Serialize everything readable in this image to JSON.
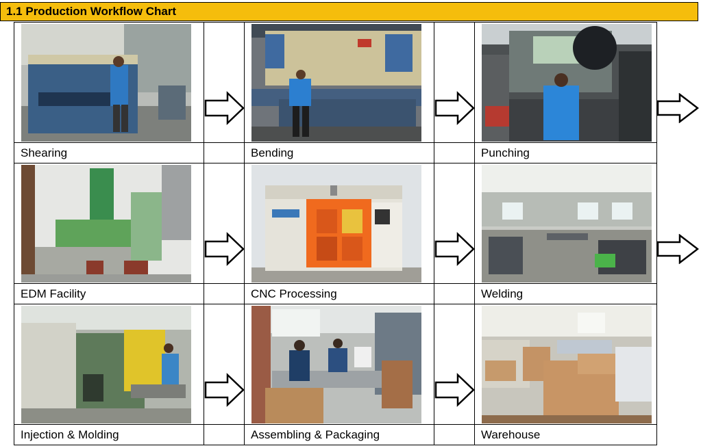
{
  "header": {
    "title": "1.1 Production Workflow Chart"
  },
  "steps": [
    {
      "label": "Shearing",
      "photo": "shearing-machine-photo"
    },
    {
      "label": "Bending",
      "photo": "press-brake-photo"
    },
    {
      "label": "Punching",
      "photo": "punch-press-photo"
    },
    {
      "label": "EDM Facility",
      "photo": "edm-machine-photo"
    },
    {
      "label": "CNC Processing",
      "photo": "cnc-machine-photo"
    },
    {
      "label": "Welding",
      "photo": "welding-workshop-photo"
    },
    {
      "label": "Injection & Molding",
      "photo": "injection-molding-photo"
    },
    {
      "label": "Assembling & Packaging",
      "photo": "assembly-line-photo"
    },
    {
      "label": "Warehouse",
      "photo": "warehouse-photo"
    }
  ],
  "icons": {
    "arrow": "arrow-right-icon"
  },
  "colors": {
    "header": "#f5bd0c"
  }
}
